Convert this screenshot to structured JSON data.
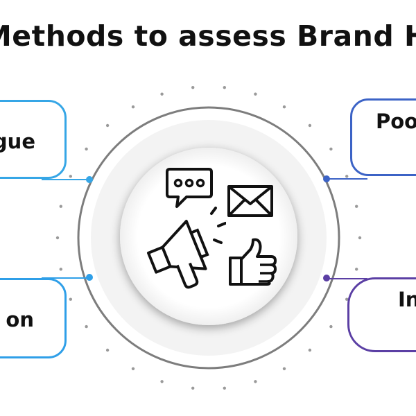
{
  "title": "Methods to assess Brand Health",
  "cards": {
    "top_left": {
      "label": "ague"
    },
    "bottom_left": {
      "label": "on"
    },
    "top_right": {
      "label": "Poo"
    },
    "bottom_right": {
      "label": "In",
      "label2": "I"
    }
  },
  "colors": {
    "left_card": "#36a6e6",
    "top_right_card": "#3c63c6",
    "bottom_right_card": "#5b3fa4",
    "ring": "#7a7a7a",
    "dots": "#9a9a9a"
  },
  "center_icons": [
    "chat-bubble-icon",
    "envelope-icon",
    "megaphone-icon",
    "thumbs-up-icon"
  ]
}
